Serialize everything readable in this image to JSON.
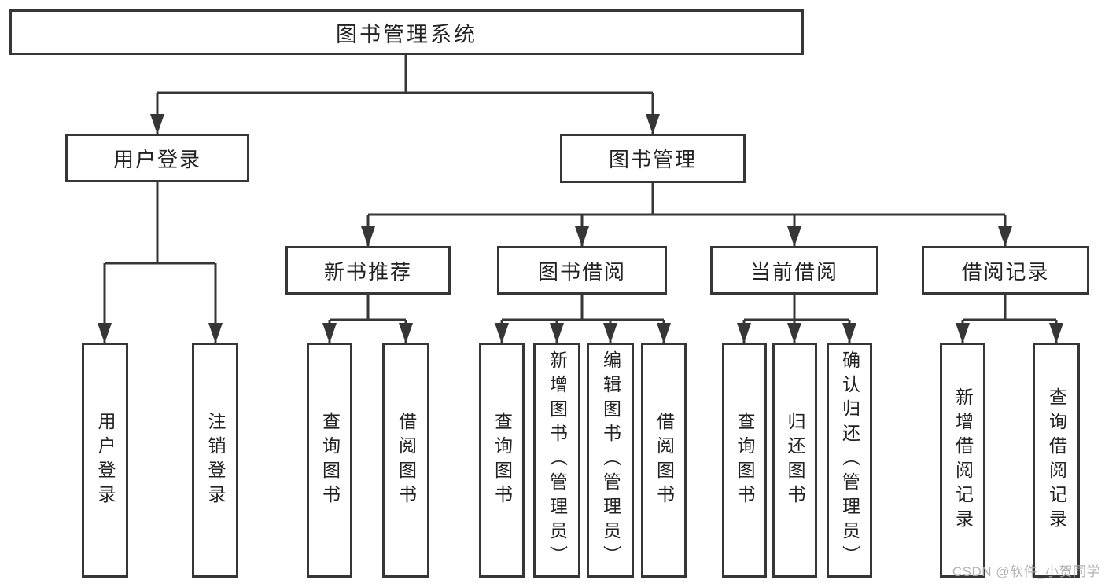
{
  "tree": {
    "root": {
      "label": "图书管理系统"
    },
    "branches": [
      {
        "label": "用户登录",
        "children": [
          {
            "label": "用户登录"
          },
          {
            "label": "注销登录"
          }
        ]
      },
      {
        "label": "图书管理",
        "children": [
          {
            "label": "新书推荐",
            "children": [
              {
                "label": "查询图书"
              },
              {
                "label": "借阅图书"
              }
            ]
          },
          {
            "label": "图书借阅",
            "children": [
              {
                "label": "查询图书"
              },
              {
                "label": "新增图书（管理员）"
              },
              {
                "label": "编辑图书（管理员）"
              },
              {
                "label": "借阅图书"
              }
            ]
          },
          {
            "label": "当前借阅",
            "children": [
              {
                "label": "查询图书"
              },
              {
                "label": "归还图书"
              },
              {
                "label": "确认归还（管理员）"
              }
            ]
          },
          {
            "label": "借阅记录",
            "children": [
              {
                "label": "新增借阅记录"
              },
              {
                "label": "查询借阅记录"
              }
            ]
          }
        ]
      }
    ]
  },
  "watermark": {
    "text": "CSDN @软件_小贺同学"
  },
  "colors": {
    "line": "#363636",
    "box_border": "#363636",
    "text": "#222222",
    "watermark": "#acacac",
    "background": "#ffffff"
  }
}
